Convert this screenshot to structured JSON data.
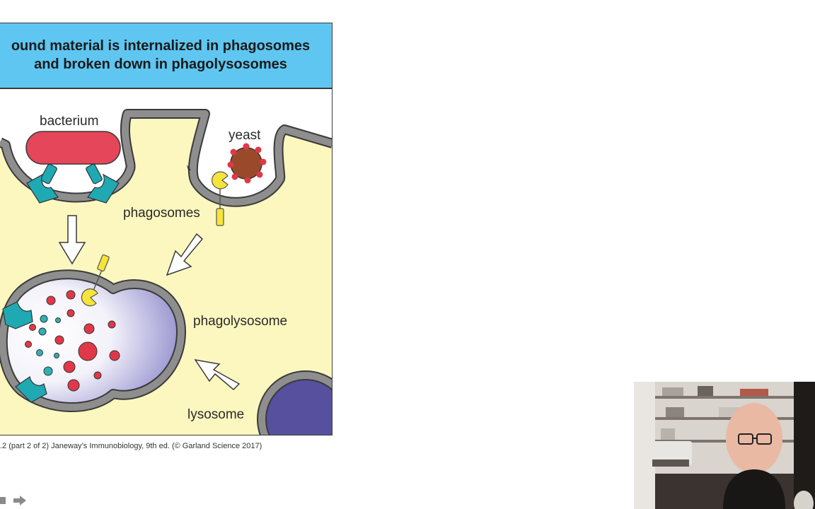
{
  "figure": {
    "title_line1": "ound material is internalized in phagosomes",
    "title_line2": "and broken down in phagolysosomes",
    "labels": {
      "bacterium": "bacterium",
      "yeast": "yeast",
      "phagosomes": "phagosomes",
      "phagolysosome": "phagolysosome",
      "lysosome": "lysosome"
    },
    "caption": ".2 (part 2 of 2)  Janeway’s Immunobiology, 9th ed. (© Garland Science 2017)"
  },
  "colors": {
    "header_blue": "#5ec6f1",
    "cytoplasm": "#fbf7bf",
    "membrane": "#8e8e8e",
    "bacterium": "#e6465a",
    "receptor": "#1fa9b3",
    "yeast": "#9a4a2a",
    "yeast_dots": "#e03848",
    "yellow_receptor": "#f5e43a",
    "lysosome": "#56509f"
  },
  "controls": {
    "prev_icon": "arrow-left-icon",
    "next_icon": "arrow-right-icon"
  },
  "webcam": {
    "icon": "presenter-video"
  }
}
